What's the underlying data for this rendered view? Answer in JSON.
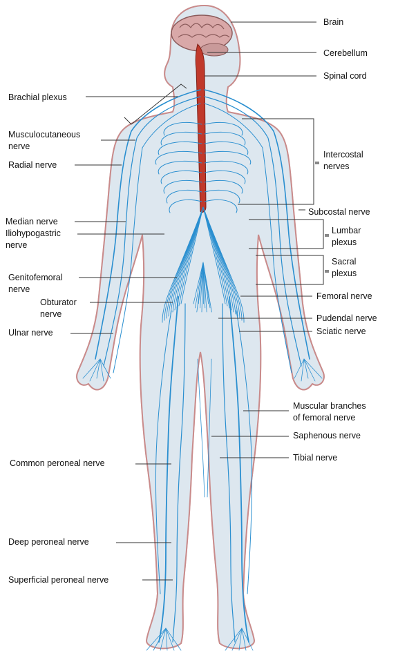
{
  "labels": {
    "brain": "Brain",
    "cerebellum": "Cerebellum",
    "spinal_cord": "Spinal cord",
    "brachial_plexus": "Brachial plexus",
    "musculocutaneous_nerve": "Musculocutaneous\nnerve",
    "intercostal_nerves": "Intercostal\nnerves",
    "radial_nerve": "Radial nerve",
    "subcostal_nerve": "Subcostal nerve",
    "median_nerve": "Median nerve",
    "iliohypogastric_nerve": "Iliohypogastric\nnerve",
    "lumbar_plexus": "Lumbar\nplexus",
    "sacral_plexus": "Sacral\nplexus",
    "genitofemoral_nerve": "Genitofemoral\nnerve",
    "obturator_nerve": "Obturator\nnerve",
    "femoral_nerve": "Femoral nerve",
    "pudendal_nerve": "Pudendal nerve",
    "ulnar_nerve": "Ulnar nerve",
    "sciatic_nerve": "Sciatic nerve",
    "muscular_branches": "Muscular branches\nof femoral nerve",
    "saphenous_nerve": "Saphenous nerve",
    "tibial_nerve": "Tibial nerve",
    "common_peroneal_nerve": "Common peroneal nerve",
    "deep_peroneal_nerve": "Deep peroneal nerve",
    "superficial_peroneal_nerve": "Superficial peroneal nerve"
  },
  "colors": {
    "nerve": "#2a8fd0",
    "body_outline": "#c98b8b",
    "body_fill": "#dde7ef",
    "spinal_cord": "#c0392b",
    "brain": "#d9a8a8",
    "leader_line": "#333333"
  }
}
